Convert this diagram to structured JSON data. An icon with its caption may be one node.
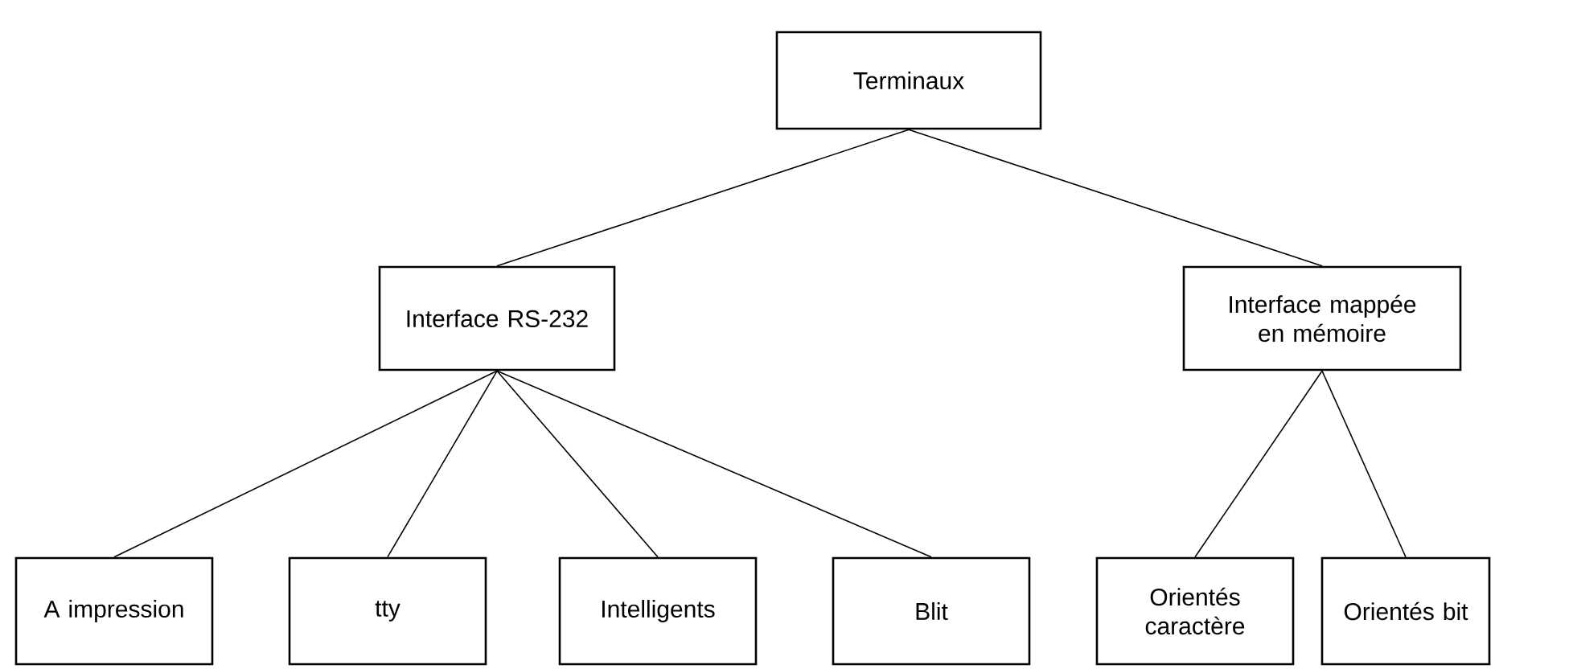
{
  "diagram": {
    "nodes": [
      {
        "text": [
          "Terminaux"
        ]
      },
      {
        "text": [
          "Interface RS-232"
        ]
      },
      {
        "text": [
          "Interface mappée en mémoire"
        ]
      },
      {
        "text": [
          "A impression"
        ]
      },
      {
        "text": [
          "tty"
        ]
      },
      {
        "text": [
          "Intelligents"
        ]
      },
      {
        "text": [
          "Blit"
        ]
      },
      {
        "text": [
          "Orientés caractère"
        ]
      },
      {
        "text": [
          "Orientés bit"
        ]
      }
    ],
    "edges": [
      {
        "from": 0,
        "to": 1,
        "arrow": "none"
      },
      {
        "from": 0,
        "to": 2,
        "arrow": "none"
      },
      {
        "from": 1,
        "to": 3,
        "arrow": "none"
      },
      {
        "from": 1,
        "to": 4,
        "arrow": "none"
      },
      {
        "from": 1,
        "to": 5,
        "arrow": "none"
      },
      {
        "from": 1,
        "to": 6,
        "arrow": "none"
      },
      {
        "from": 2,
        "to": 7,
        "arrow": "none"
      },
      {
        "from": 2,
        "to": 8,
        "arrow": "none"
      }
    ]
  }
}
